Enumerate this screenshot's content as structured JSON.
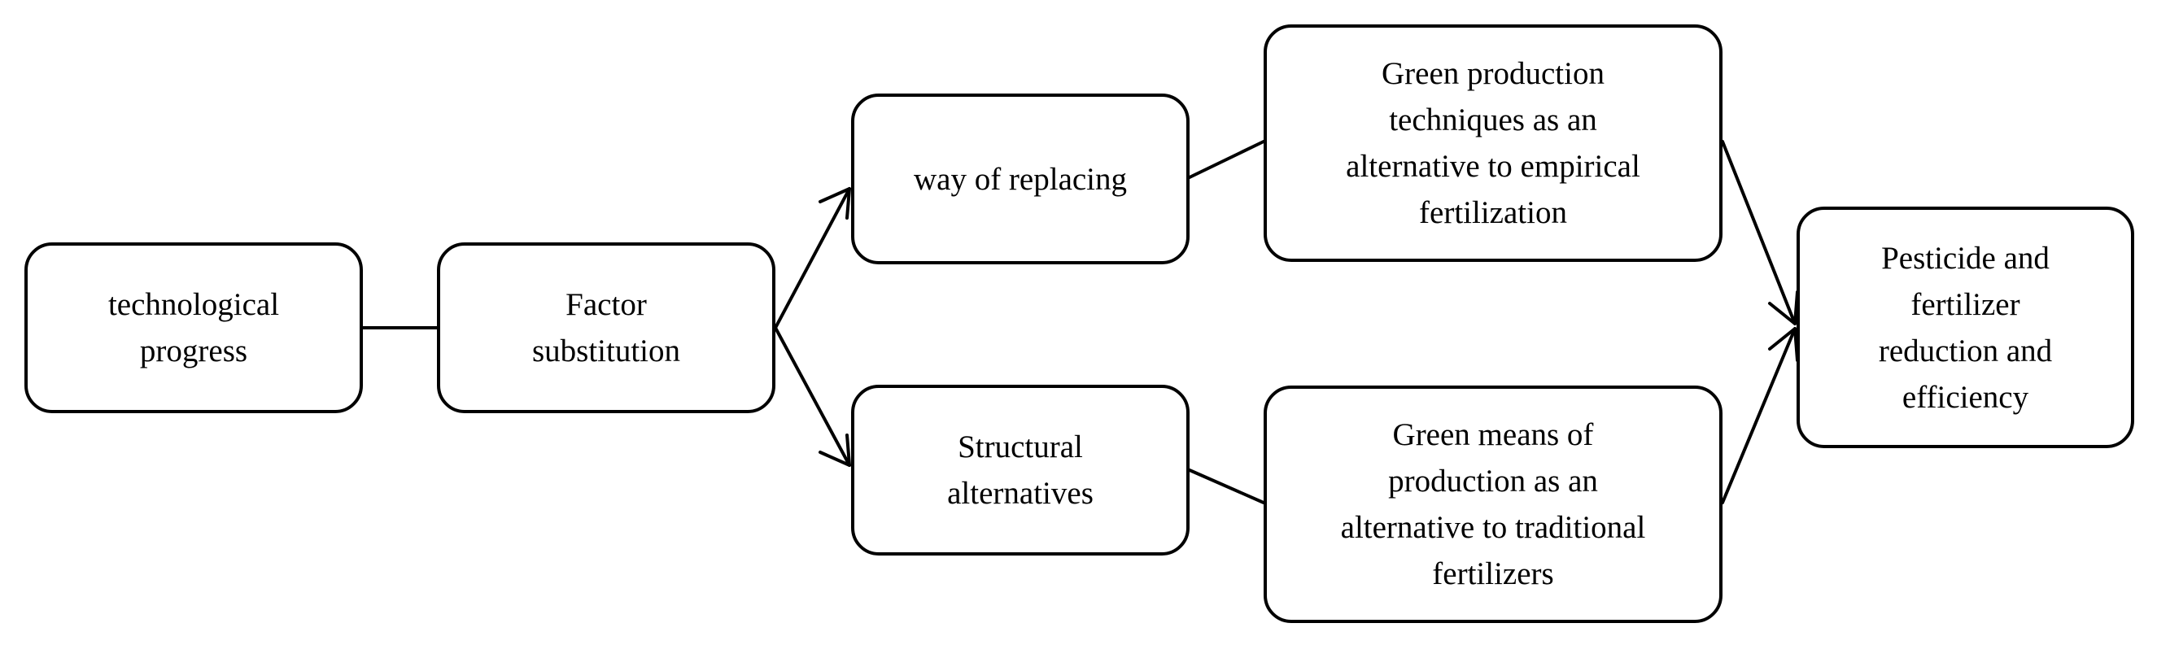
{
  "nodes": {
    "technological_progress": [
      "technological",
      "progress"
    ],
    "factor_substitution": [
      "Factor",
      "substitution"
    ],
    "way_of_replacing": [
      "way of replacing"
    ],
    "structural_alternatives": [
      "Structural",
      "alternatives"
    ],
    "green_production_techniques": [
      "Green production",
      "techniques as an",
      "alternative to empirical",
      "fertilization"
    ],
    "green_means_of_production": [
      "Green means of",
      "production as an",
      "alternative to traditional",
      "fertilizers"
    ],
    "pesticide_fertilizer_reduction": [
      "Pesticide and",
      "fertilizer",
      "reduction and",
      "efficiency"
    ]
  },
  "colors": {
    "stroke": "#000000",
    "background": "#ffffff"
  }
}
